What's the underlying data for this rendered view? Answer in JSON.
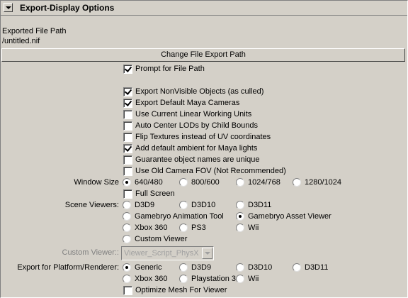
{
  "header": {
    "title": "Export-Display Options"
  },
  "path": {
    "label": "Exported File Path",
    "value": "/untitled.nif",
    "change_button": "Change File Export Path"
  },
  "options": {
    "prompt": {
      "label": "Prompt for File Path",
      "checked": true
    },
    "nonvisible": {
      "label": "Export NonVisible Objects (as culled)",
      "checked": true
    },
    "cameras": {
      "label": "Export Default Maya Cameras",
      "checked": true
    },
    "linear_units": {
      "label": "Use Current Linear Working Units",
      "checked": false
    },
    "auto_center": {
      "label": "Auto Center LODs by Child Bounds",
      "checked": false
    },
    "flip_textures": {
      "label": "Flip Textures instead of UV coordinates",
      "checked": false
    },
    "ambient": {
      "label": "Add default ambient for Maya lights",
      "checked": true
    },
    "unique_names": {
      "label": "Guarantee object names are unique",
      "checked": false
    },
    "old_fov": {
      "label": "Use Old Camera FOV (Not Recommended)",
      "checked": false
    }
  },
  "window_size": {
    "label": "Window Size",
    "options": [
      "640/480",
      "800/600",
      "1024/768",
      "1280/1024"
    ],
    "selected": "640/480",
    "full_screen": {
      "label": "Full Screen",
      "checked": false
    }
  },
  "scene_viewers": {
    "label": "Scene Viewers:",
    "options": [
      "D3D9",
      "D3D10",
      "D3D11",
      "Gamebryo Animation Tool",
      "Gamebryo Asset Viewer",
      "Xbox 360",
      "PS3",
      "Wii",
      "Custom Viewer"
    ],
    "selected": "Gamebryo Asset Viewer"
  },
  "custom_viewer": {
    "label": "Custom Viewer::",
    "value": "Viewer_Script_PhysX"
  },
  "platform": {
    "label": "Export for Platform/Renderer:",
    "options": [
      "Generic",
      "D3D9",
      "D3D10",
      "D3D11",
      "Xbox 360",
      "Playstation 3",
      "Wii"
    ],
    "selected": "Generic",
    "optimize": {
      "label": "Optimize Mesh For Viewer",
      "checked": false
    }
  }
}
